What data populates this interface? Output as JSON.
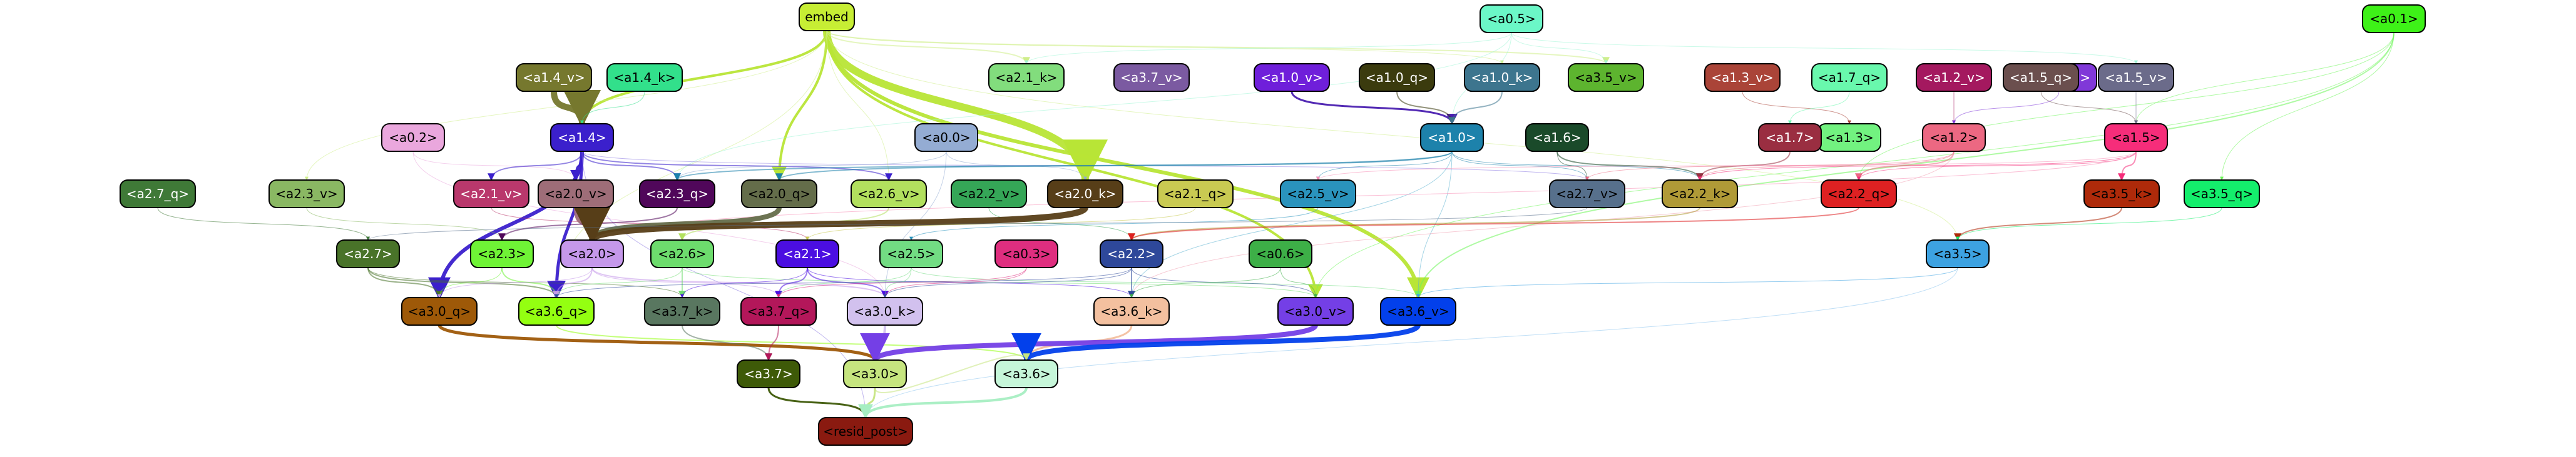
{
  "nodes": [
    {
      "id": "embed",
      "label": "embed",
      "color": "#c7ee34",
      "text": "#000"
    },
    {
      "id": "a0.5",
      "label": "<a0.5>",
      "color": "#6bf7c7",
      "text": "#000"
    },
    {
      "id": "a0.1",
      "label": "<a0.1>",
      "color": "#3ef118",
      "text": "#000"
    },
    {
      "id": "a2.1_k",
      "label": "<a2.1_k>",
      "color": "#82dd7d",
      "text": "#000"
    },
    {
      "id": "a3.7_v",
      "label": "<a3.7_v>",
      "color": "#7b5aa1",
      "text": "#fff"
    },
    {
      "id": "a1.0_v",
      "label": "<a1.0_v>",
      "color": "#6f1fda",
      "text": "#fff"
    },
    {
      "id": "a1.0_q",
      "label": "<a1.0_q>",
      "color": "#3b3b0e",
      "text": "#fff"
    },
    {
      "id": "a1.0_k",
      "label": "<a1.0_k>",
      "color": "#3d758e",
      "text": "#fff"
    },
    {
      "id": "a3.5_v",
      "label": "<a3.5_v>",
      "color": "#5db42f",
      "text": "#000"
    },
    {
      "id": "a1.3_v",
      "label": "<a1.3_v>",
      "color": "#aa4438",
      "text": "#fff"
    },
    {
      "id": "a1.7_q",
      "label": "<a1.7_q>",
      "color": "#69f8ad",
      "text": "#000"
    },
    {
      "id": "a1.2_v",
      "label": "<a1.2_v>",
      "color": "#a4195f",
      "text": "#fff"
    },
    {
      "id": "a1.2_q",
      "label": "<a1.2_q>",
      "color": "#8038d8",
      "text": "#fff"
    },
    {
      "id": "a1.5_q",
      "label": "<a1.5_q>",
      "color": "#6b4f4e",
      "text": "#fff"
    },
    {
      "id": "a1.5_v",
      "label": "<a1.5_v>",
      "color": "#6b6b8a",
      "text": "#fff"
    },
    {
      "id": "a1.4_v",
      "label": "<a1.4_v>",
      "color": "#76782e",
      "text": "#fff"
    },
    {
      "id": "a1.4_k",
      "label": "<a1.4_k>",
      "color": "#32e08b",
      "text": "#000"
    },
    {
      "id": "a0.2",
      "label": "<a0.2>",
      "color": "#eaa7dd",
      "text": "#000"
    },
    {
      "id": "a1.4",
      "label": "<a1.4>",
      "color": "#3b20cc",
      "text": "#fff"
    },
    {
      "id": "a0.0",
      "label": "<a0.0>",
      "color": "#94acd3",
      "text": "#000"
    },
    {
      "id": "a1.0",
      "label": "<a1.0>",
      "color": "#1d82ab",
      "text": "#fff"
    },
    {
      "id": "a1.6",
      "label": "<a1.6>",
      "color": "#1a4a2a",
      "text": "#fff"
    },
    {
      "id": "a1.3",
      "label": "<a1.3>",
      "color": "#72f280",
      "text": "#000"
    },
    {
      "id": "a1.7",
      "label": "<a1.7>",
      "color": "#9a2e41",
      "text": "#fff"
    },
    {
      "id": "a1.2",
      "label": "<a1.2>",
      "color": "#ec6882",
      "text": "#000"
    },
    {
      "id": "a1.5",
      "label": "<a1.5>",
      "color": "#f62d7a",
      "text": "#000"
    },
    {
      "id": "a2.3_v",
      "label": "<a2.3_v>",
      "color": "#8ab863",
      "text": "#000"
    },
    {
      "id": "a2.1_v",
      "label": "<a2.1_v>",
      "color": "#b9386c",
      "text": "#fff"
    },
    {
      "id": "a2.0_v",
      "label": "<a2.0_v>",
      "color": "#9e6d78",
      "text": "#000"
    },
    {
      "id": "a2.3_q",
      "label": "<a2.3_q>",
      "color": "#50075a",
      "text": "#fff"
    },
    {
      "id": "a2.0_q",
      "label": "<a2.0_q>",
      "color": "#646d4a",
      "text": "#000"
    },
    {
      "id": "a2.6_v",
      "label": "<a2.6_v>",
      "color": "#b2e05e",
      "text": "#000"
    },
    {
      "id": "a2.2_v",
      "label": "<a2.2_v>",
      "color": "#35a657",
      "text": "#000"
    },
    {
      "id": "a2.0_k",
      "label": "<a2.0_k>",
      "color": "#573e18",
      "text": "#fff"
    },
    {
      "id": "a2.1_q",
      "label": "<a2.1_q>",
      "color": "#c9ca52",
      "text": "#000"
    },
    {
      "id": "a2.5_v",
      "label": "<a2.5_v>",
      "color": "#2a93bd",
      "text": "#000"
    },
    {
      "id": "a2.7_v",
      "label": "<a2.7_v>",
      "color": "#57708c",
      "text": "#000"
    },
    {
      "id": "a2.2_k",
      "label": "<a2.2_k>",
      "color": "#b09a37",
      "text": "#000"
    },
    {
      "id": "a2.2_q",
      "label": "<a2.2_q>",
      "color": "#de2122",
      "text": "#000"
    },
    {
      "id": "a3.5_k",
      "label": "<a3.5_k>",
      "color": "#ae2a0a",
      "text": "#000"
    },
    {
      "id": "a3.5_q",
      "label": "<a3.5_q>",
      "color": "#14ee6c",
      "text": "#000"
    },
    {
      "id": "a2.7_q",
      "label": "<a2.7_q>",
      "color": "#3f7937",
      "text": "#fff"
    },
    {
      "id": "a2.7",
      "label": "<a2.7>",
      "color": "#497329",
      "text": "#fff"
    },
    {
      "id": "a2.3",
      "label": "<a2.3>",
      "color": "#6ff336",
      "text": "#000"
    },
    {
      "id": "a2.0",
      "label": "<a2.0>",
      "color": "#c598ea",
      "text": "#000"
    },
    {
      "id": "a2.6",
      "label": "<a2.6>",
      "color": "#6ddc6d",
      "text": "#000"
    },
    {
      "id": "a2.1",
      "label": "<a2.1>",
      "color": "#4b0ee1",
      "text": "#fff"
    },
    {
      "id": "a2.5",
      "label": "<a2.5>",
      "color": "#72dc83",
      "text": "#000"
    },
    {
      "id": "a0.3",
      "label": "<a0.3>",
      "color": "#df2e7f",
      "text": "#000"
    },
    {
      "id": "a2.2",
      "label": "<a2.2>",
      "color": "#2e489a",
      "text": "#fff"
    },
    {
      "id": "a0.6",
      "label": "<a0.6>",
      "color": "#3daf47",
      "text": "#000"
    },
    {
      "id": "a3.5",
      "label": "<a3.5>",
      "color": "#3da2e1",
      "text": "#000"
    },
    {
      "id": "a3.0_q",
      "label": "<a3.0_q>",
      "color": "#9e5908",
      "text": "#000"
    },
    {
      "id": "a3.6_q",
      "label": "<a3.6_q>",
      "color": "#94ff11",
      "text": "#000"
    },
    {
      "id": "a3.7_k",
      "label": "<a3.7_k>",
      "color": "#597760",
      "text": "#000"
    },
    {
      "id": "a3.7_q",
      "label": "<a3.7_q>",
      "color": "#b3175a",
      "text": "#000"
    },
    {
      "id": "a3.0_k",
      "label": "<a3.0_k>",
      "color": "#d2c1ee",
      "text": "#000"
    },
    {
      "id": "a3.6_k",
      "label": "<a3.6_k>",
      "color": "#f3c09f",
      "text": "#000"
    },
    {
      "id": "a3.0_v",
      "label": "<a3.0_v>",
      "color": "#743fe6",
      "text": "#000"
    },
    {
      "id": "a3.6_v",
      "label": "<a3.6_v>",
      "color": "#0340eb",
      "text": "#000"
    },
    {
      "id": "a3.7",
      "label": "<a3.7>",
      "color": "#3e5a08",
      "text": "#fff"
    },
    {
      "id": "a3.0",
      "label": "<a3.0>",
      "color": "#c6e57f",
      "text": "#000"
    },
    {
      "id": "a3.6",
      "label": "<a3.6>",
      "color": "#c6f6d9",
      "text": "#000"
    },
    {
      "id": "resid_post",
      "label": "<resid_post>",
      "color": "#8a1a10",
      "text": "#000"
    }
  ],
  "edges": [
    {
      "from": "embed",
      "to": "a2.0_k",
      "color": "#b8e536",
      "weight": 12
    },
    {
      "from": "embed",
      "to": "a3.6_v",
      "color": "#b8e536",
      "weight": 6
    },
    {
      "from": "embed",
      "to": "a1.4",
      "color": "#b8e536",
      "weight": 4
    },
    {
      "from": "embed",
      "to": "a2.0_q",
      "color": "#b8e536",
      "weight": 4
    },
    {
      "from": "embed",
      "to": "a3.0_v",
      "color": "#b8e536",
      "weight": 4
    },
    {
      "from": "embed",
      "to": "a2.1_k",
      "color": "#cfee8b",
      "weight": 2
    },
    {
      "from": "embed",
      "to": "a3.5_v",
      "color": "#cfee8b",
      "weight": 2
    },
    {
      "from": "embed",
      "to": "a1.0_k",
      "color": "#cfee8b",
      "weight": 1
    },
    {
      "from": "embed",
      "to": "a2.3_v",
      "color": "#cfee8b",
      "weight": 1
    },
    {
      "from": "embed",
      "to": "a3.6_q",
      "color": "#cfee8b",
      "weight": 1
    },
    {
      "from": "embed",
      "to": "a2.6_v",
      "color": "#cfee8b",
      "weight": 1
    },
    {
      "from": "embed",
      "to": "a3.5",
      "color": "#cfee8b",
      "weight": 1
    },
    {
      "from": "a0.5",
      "to": "a3.5_v",
      "color": "#9ef5d6",
      "weight": 1
    },
    {
      "from": "a0.5",
      "to": "a1.0",
      "color": "#9ef5d6",
      "weight": 1
    },
    {
      "from": "a0.5",
      "to": "a2.1_k",
      "color": "#9ef5d6",
      "weight": 1
    },
    {
      "from": "a0.5",
      "to": "a1.5_v",
      "color": "#9ef5d6",
      "weight": 1
    },
    {
      "from": "a0.5",
      "to": "a2.3_q",
      "color": "#9ef5d6",
      "weight": 1
    },
    {
      "from": "a0.1",
      "to": "a3.6_v",
      "color": "#6ef55a",
      "weight": 2
    },
    {
      "from": "a0.1",
      "to": "a1.5",
      "color": "#6ef55a",
      "weight": 1
    },
    {
      "from": "a0.1",
      "to": "a3.5_q",
      "color": "#6ef55a",
      "weight": 1
    },
    {
      "from": "a0.1",
      "to": "a3.0_v",
      "color": "#6ef55a",
      "weight": 1
    },
    {
      "from": "a0.1",
      "to": "a2.2_q",
      "color": "#6ef55a",
      "weight": 1
    },
    {
      "from": "a1.0_v",
      "to": "a1.0",
      "color": "#4a1fb0",
      "weight": 3
    },
    {
      "from": "a1.0_q",
      "to": "a1.0",
      "color": "#3b3b0e",
      "weight": 2
    },
    {
      "from": "a1.0_k",
      "to": "a1.0",
      "color": "#3d758e",
      "weight": 2
    },
    {
      "from": "a1.3_v",
      "to": "a1.3",
      "color": "#aa4438",
      "weight": 1
    },
    {
      "from": "a1.7_q",
      "to": "a1.7",
      "color": "#69f8ad",
      "weight": 1
    },
    {
      "from": "a1.2_v",
      "to": "a1.2",
      "color": "#a4195f",
      "weight": 1
    },
    {
      "from": "a1.2_q",
      "to": "a1.2",
      "color": "#8038d8",
      "weight": 1
    },
    {
      "from": "a1.5_q",
      "to": "a1.5",
      "color": "#6b4f4e",
      "weight": 1
    },
    {
      "from": "a1.5_v",
      "to": "a1.5",
      "color": "#6b6b8a",
      "weight": 1
    },
    {
      "from": "a1.4_v",
      "to": "a1.4",
      "color": "#76782e",
      "weight": 10
    },
    {
      "from": "a1.4_k",
      "to": "a1.4",
      "color": "#32e08b",
      "weight": 1
    },
    {
      "from": "a0.2",
      "to": "a2.0_v",
      "color": "#eaa7dd",
      "weight": 1
    },
    {
      "from": "a0.2",
      "to": "a3.0_k",
      "color": "#eaa7dd",
      "weight": 1
    },
    {
      "from": "a1.4",
      "to": "a3.0_q",
      "color": "#3b20cc",
      "weight": 6
    },
    {
      "from": "a1.4",
      "to": "a3.6_q",
      "color": "#3b20cc",
      "weight": 5
    },
    {
      "from": "a1.4",
      "to": "a2.0_v",
      "color": "#3b20cc",
      "weight": 3
    },
    {
      "from": "a1.4",
      "to": "a2.1_v",
      "color": "#3b20cc",
      "weight": 2
    },
    {
      "from": "a1.4",
      "to": "a2.3_q",
      "color": "#3b20cc",
      "weight": 2
    },
    {
      "from": "a1.4",
      "to": "a2.6_v",
      "color": "#3b20cc",
      "weight": 2
    },
    {
      "from": "a1.4",
      "to": "resid_post",
      "color": "#8d7ae2",
      "weight": 1
    },
    {
      "from": "a1.4",
      "to": "a2.7_v",
      "color": "#8d7ae2",
      "weight": 1
    },
    {
      "from": "a0.0",
      "to": "a2.0_k",
      "color": "#94acd3",
      "weight": 1
    },
    {
      "from": "a0.0",
      "to": "a2.3_q",
      "color": "#94acd3",
      "weight": 1
    },
    {
      "from": "a0.0",
      "to": "a3.0_k",
      "color": "#94acd3",
      "weight": 1
    },
    {
      "from": "a1.0",
      "to": "a2.0_q",
      "color": "#1d82ab",
      "weight": 2
    },
    {
      "from": "a1.0",
      "to": "a2.3_q",
      "color": "#1d82ab",
      "weight": 2
    },
    {
      "from": "a1.0",
      "to": "a2.5_v",
      "color": "#1d82ab",
      "weight": 1
    },
    {
      "from": "a1.0",
      "to": "a2.7_v",
      "color": "#1d82ab",
      "weight": 1
    },
    {
      "from": "a1.0",
      "to": "a2.2_k",
      "color": "#1d82ab",
      "weight": 1
    },
    {
      "from": "a1.0",
      "to": "a3.6_v",
      "color": "#5ab0d0",
      "weight": 1
    },
    {
      "from": "a1.0",
      "to": "a3.6_k",
      "color": "#5ab0d0",
      "weight": 1
    },
    {
      "from": "a1.6",
      "to": "a2.2_k",
      "color": "#1a4a2a",
      "weight": 2
    },
    {
      "from": "a1.6",
      "to": "a2.7_v",
      "color": "#1a4a2a",
      "weight": 1
    },
    {
      "from": "a1.7",
      "to": "a2.2_k",
      "color": "#9a2e41",
      "weight": 2
    },
    {
      "from": "a1.2",
      "to": "a2.2_q",
      "color": "#ec6882",
      "weight": 2
    },
    {
      "from": "a1.2",
      "to": "a2.7_v",
      "color": "#ec6882",
      "weight": 1
    },
    {
      "from": "a1.2",
      "to": "a3.6_k",
      "color": "#f1a0b2",
      "weight": 1
    },
    {
      "from": "a1.2",
      "to": "a2.2_k",
      "color": "#ec6882",
      "weight": 1
    },
    {
      "from": "a1.5",
      "to": "a3.5_k",
      "color": "#f62d7a",
      "weight": 2
    },
    {
      "from": "a1.5",
      "to": "a2.2_q",
      "color": "#f62d7a",
      "weight": 1
    },
    {
      "from": "a1.5",
      "to": "a2.2_k",
      "color": "#f62d7a",
      "weight": 1
    },
    {
      "from": "a1.5",
      "to": "a2.0",
      "color": "#f88cb4",
      "weight": 1
    },
    {
      "from": "a1.5",
      "to": "a2.5_v",
      "color": "#f88cb4",
      "weight": 1
    },
    {
      "from": "a2.3_v",
      "to": "a2.3",
      "color": "#8ab863",
      "weight": 1
    },
    {
      "from": "a2.1_v",
      "to": "a2.1",
      "color": "#b9386c",
      "weight": 1
    },
    {
      "from": "a2.0_v",
      "to": "a2.0",
      "color": "#9e6d78",
      "weight": 6
    },
    {
      "from": "a2.3_q",
      "to": "a2.3",
      "color": "#50075a",
      "weight": 2
    },
    {
      "from": "a2.0_q",
      "to": "a2.0",
      "color": "#646d4a",
      "weight": 8
    },
    {
      "from": "a2.6_v",
      "to": "a2.6",
      "color": "#b2e05e",
      "weight": 2
    },
    {
      "from": "a2.2_v",
      "to": "a2.2",
      "color": "#35a657",
      "weight": 1
    },
    {
      "from": "a2.0_k",
      "to": "a2.0",
      "color": "#573e18",
      "weight": 10
    },
    {
      "from": "a2.1_q",
      "to": "a2.1",
      "color": "#c9ca52",
      "weight": 1
    },
    {
      "from": "a2.5_v",
      "to": "a2.5",
      "color": "#2a93bd",
      "weight": 1
    },
    {
      "from": "a2.7_v",
      "to": "a2.7",
      "color": "#57708c",
      "weight": 1
    },
    {
      "from": "a2.2_k",
      "to": "a2.2",
      "color": "#b09a37",
      "weight": 2
    },
    {
      "from": "a2.2_q",
      "to": "a2.2",
      "color": "#de2122",
      "weight": 2
    },
    {
      "from": "a3.5_k",
      "to": "a3.5",
      "color": "#ae2a0a",
      "weight": 2
    },
    {
      "from": "a3.5_q",
      "to": "a3.5",
      "color": "#14ee6c",
      "weight": 1
    },
    {
      "from": "a2.7_q",
      "to": "a2.7",
      "color": "#3f7937",
      "weight": 1
    },
    {
      "from": "a2.7",
      "to": "a3.6_q",
      "color": "#497329",
      "weight": 2
    },
    {
      "from": "a2.7",
      "to": "a3.0_q",
      "color": "#497329",
      "weight": 2
    },
    {
      "from": "a2.7",
      "to": "a3.7_k",
      "color": "#497329",
      "weight": 1
    },
    {
      "from": "a2.3",
      "to": "a3.6_q",
      "color": "#6ff336",
      "weight": 2
    },
    {
      "from": "a2.3",
      "to": "a3.0_q",
      "color": "#6ff336",
      "weight": 1
    },
    {
      "from": "a2.0",
      "to": "a3.6_q",
      "color": "#c598ea",
      "weight": 2
    },
    {
      "from": "a2.0",
      "to": "a3.0_k",
      "color": "#c598ea",
      "weight": 2
    },
    {
      "from": "a2.0",
      "to": "a3.7_q",
      "color": "#c598ea",
      "weight": 1
    },
    {
      "from": "a2.0",
      "to": "a3.0_q",
      "color": "#c598ea",
      "weight": 1
    },
    {
      "from": "a2.6",
      "to": "a3.7_k",
      "color": "#6ddc6d",
      "weight": 2
    },
    {
      "from": "a2.6",
      "to": "a3.6_q",
      "color": "#6ddc6d",
      "weight": 1
    },
    {
      "from": "a2.6",
      "to": "a3.0_v",
      "color": "#6ddc6d",
      "weight": 1
    },
    {
      "from": "a2.1",
      "to": "a3.7_q",
      "color": "#4b0ee1",
      "weight": 2
    },
    {
      "from": "a2.1",
      "to": "a3.0_k",
      "color": "#4b0ee1",
      "weight": 2
    },
    {
      "from": "a2.1",
      "to": "a3.6_k",
      "color": "#4b0ee1",
      "weight": 1
    },
    {
      "from": "a2.1",
      "to": "a3.7_k",
      "color": "#4b0ee1",
      "weight": 1
    },
    {
      "from": "a2.5",
      "to": "a3.0_k",
      "color": "#72dc83",
      "weight": 1
    },
    {
      "from": "a2.5",
      "to": "a3.7_q",
      "color": "#72dc83",
      "weight": 1
    },
    {
      "from": "a2.5",
      "to": "a3.6_v",
      "color": "#72dc83",
      "weight": 1
    },
    {
      "from": "a0.3",
      "to": "a3.0_k",
      "color": "#df2e7f",
      "weight": 1
    },
    {
      "from": "a0.3",
      "to": "a3.7_q",
      "color": "#df2e7f",
      "weight": 1
    },
    {
      "from": "a2.2",
      "to": "a3.6_k",
      "color": "#2e489a",
      "weight": 2
    },
    {
      "from": "a2.2",
      "to": "a3.0_k",
      "color": "#2e489a",
      "weight": 1
    },
    {
      "from": "a2.2",
      "to": "a3.6_q",
      "color": "#2e489a",
      "weight": 1
    },
    {
      "from": "a2.2",
      "to": "a3.0_v",
      "color": "#2e489a",
      "weight": 1
    },
    {
      "from": "a0.6",
      "to": "a3.6_k",
      "color": "#3daf47",
      "weight": 1
    },
    {
      "from": "a0.6",
      "to": "a3.0_v",
      "color": "#3daf47",
      "weight": 1
    },
    {
      "from": "a3.5",
      "to": "a3.6_v",
      "color": "#3da2e1",
      "weight": 1
    },
    {
      "from": "a3.5",
      "to": "resid_post",
      "color": "#8cc4ee",
      "weight": 1
    },
    {
      "from": "a3.0_q",
      "to": "a3.0",
      "color": "#9e5908",
      "weight": 5
    },
    {
      "from": "a3.6_q",
      "to": "a3.6",
      "color": "#94ff11",
      "weight": 2
    },
    {
      "from": "a3.7_k",
      "to": "a3.7",
      "color": "#597760",
      "weight": 2
    },
    {
      "from": "a3.7_q",
      "to": "a3.7",
      "color": "#b3175a",
      "weight": 2
    },
    {
      "from": "a3.0_k",
      "to": "a3.0",
      "color": "#d2c1ee",
      "weight": 4
    },
    {
      "from": "a3.6_k",
      "to": "a3.6",
      "color": "#f3c09f",
      "weight": 3
    },
    {
      "from": "a3.0_v",
      "to": "a3.0",
      "color": "#743fe6",
      "weight": 8
    },
    {
      "from": "a3.6_v",
      "to": "a3.6",
      "color": "#0340eb",
      "weight": 8
    },
    {
      "from": "a3.7",
      "to": "resid_post",
      "color": "#3e5a08",
      "weight": 3
    },
    {
      "from": "a3.0",
      "to": "resid_post",
      "color": "#c6e57f",
      "weight": 3
    },
    {
      "from": "a3.6",
      "to": "resid_post",
      "color": "#a6eec2",
      "weight": 4
    },
    {
      "from": "a3.0",
      "to": "a3.6",
      "color": "#c6e57f",
      "weight": 2
    }
  ]
}
